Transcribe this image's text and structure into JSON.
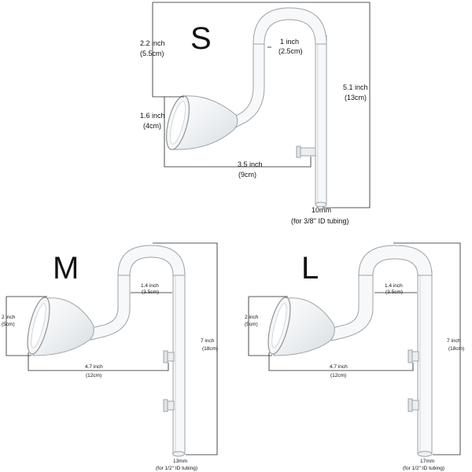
{
  "products": [
    {
      "size": "S",
      "height": [
        "5.1 inch",
        "(13cm)"
      ],
      "bend": [
        "1 inch",
        "(2.5cm)"
      ],
      "reach": [
        "2.2 inch",
        "(5.5cm)"
      ],
      "funnel": [
        "1.6 inch",
        "(4cm)"
      ],
      "length": [
        "3.5 inch",
        "(9cm)"
      ],
      "outlet": [
        "10mm",
        "(for 3/8'' ID tubing)"
      ]
    },
    {
      "size": "M",
      "height": [
        "7 inch",
        "(18cm)"
      ],
      "bend": [
        "1.4 inch",
        "(3.5cm)"
      ],
      "funnel": [
        "2 inch",
        "(5cm)"
      ],
      "length": [
        "4.7 inch",
        "(12cm)"
      ],
      "outlet": [
        "13mm",
        "(for 1/2'' ID tubing)"
      ]
    },
    {
      "size": "L",
      "height": [
        "7 inch",
        "(18cm)"
      ],
      "bend": [
        "1.4 inch",
        "(3.5cm)"
      ],
      "funnel": [
        "2 inch",
        "(5cm)"
      ],
      "length": [
        "4.7 inch",
        "(12cm)"
      ],
      "outlet": [
        "17mm",
        "(for 1/2'' ID tubing)"
      ]
    }
  ],
  "colors": {
    "glass_edge": "#9ea3a8",
    "glass_fill": "#f4f6f7",
    "dimension_line": "#222222"
  }
}
